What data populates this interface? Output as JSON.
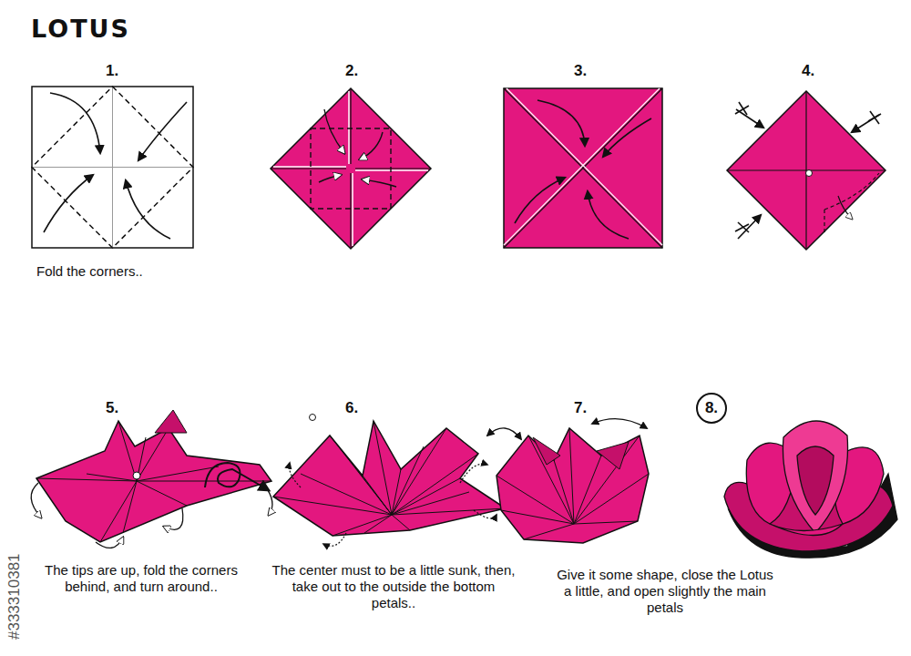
{
  "diagram": {
    "title": "LOTUS",
    "nodes": [
      {
        "text": [
          "8."
        ]
      }
    ],
    "labels": [
      "1.",
      "2.",
      "3.",
      "4.",
      "Fold the corners..",
      "5.",
      "6.",
      "7.",
      "The tips are up, fold the corners behind, and turn around..",
      "The center must to be a little sunk, then, take out to the outside the bottom petals..",
      "Give it some shape, close the Lotus a little, and open slightly the main petals",
      "#333310381"
    ]
  }
}
